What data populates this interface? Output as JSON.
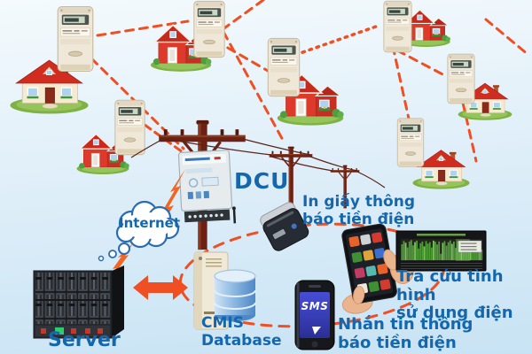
{
  "diagram": {
    "labels": {
      "dcu": "DCU",
      "internet": "Internet",
      "server": "Server",
      "cmis": "CMIS\nDatabase",
      "print_notice": "In giấy thông\nbáo tiền điện",
      "usage_lookup": "Tra cứu tình hình\nsử dụng điện",
      "sms_notice": "Nhắn tin thông\nbáo tiền điện",
      "sms_screen": "SMS"
    },
    "colors": {
      "background_top": "#f4fafd",
      "background_bottom": "#c8e3f4",
      "network_dash": "#f04f23",
      "label_text": "#1467ad",
      "cloud_outline": "#2a6cb4",
      "house_roof": "#cd2b1f",
      "house_wall_red": "#dd3a2b",
      "house_wall_cream": "#f6ead0",
      "meter_body": "#efe7d8",
      "utility_pole": "#6b2113",
      "arrow_accent": "#f04f23",
      "database_blue": "#4e88c6",
      "phone_screen": "#3c42c0",
      "chart_bar_green": "#4e9e38"
    },
    "scene_nodes": [
      {
        "id": "house-top-left",
        "type": "house-with-meter"
      },
      {
        "id": "house-top-center",
        "type": "house-with-meter"
      },
      {
        "id": "house-center",
        "type": "house-with-meter"
      },
      {
        "id": "house-middle",
        "type": "house-with-meter"
      },
      {
        "id": "house-top-right",
        "type": "house-with-meter"
      },
      {
        "id": "house-right",
        "type": "house-with-meter"
      },
      {
        "id": "house-bottom-right",
        "type": "house-with-meter"
      },
      {
        "id": "dcu",
        "type": "data-concentrator-on-pole"
      },
      {
        "id": "internet",
        "type": "cloud"
      },
      {
        "id": "server",
        "type": "blade-server"
      },
      {
        "id": "cmis-database",
        "type": "server-tower-with-database"
      },
      {
        "id": "printer",
        "type": "portable-bill-printer"
      },
      {
        "id": "sms-phone",
        "type": "smartphone"
      },
      {
        "id": "tablet",
        "type": "tablet-in-hands"
      },
      {
        "id": "usage-chart",
        "type": "mini-bar-chart"
      }
    ]
  },
  "chart": {
    "bars": [
      0.75,
      0.9,
      0.82,
      0.6,
      0.88,
      0.95,
      0.7,
      0.85,
      0.92,
      0.55,
      0.8,
      0.88,
      0.65,
      0.9,
      0.78,
      0.85,
      0.6,
      0.92,
      0.87,
      0.74,
      0.88,
      0.3,
      0.82,
      0.9,
      0.68,
      0.85,
      0.93,
      0.77,
      0.88,
      0.58,
      0.9,
      0.84,
      0.66,
      0.88,
      0.92,
      0.72,
      0.4,
      0.86,
      0.9,
      0.64,
      0.82,
      0.88,
      0.7,
      0.5
    ],
    "bar_color": "#4e9e38",
    "bar_color_light": "#7cc45a"
  }
}
